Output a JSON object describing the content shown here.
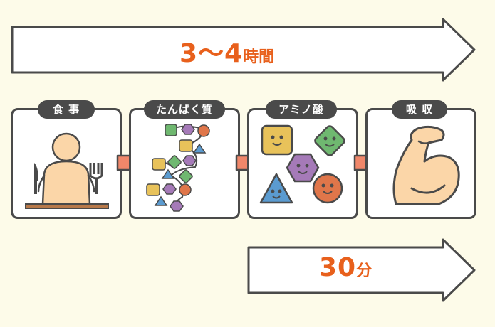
{
  "top_arrow": {
    "value": "3〜4",
    "unit": "時間"
  },
  "bottom_arrow": {
    "value": "30",
    "unit": "分"
  },
  "steps": [
    {
      "label": "食 事",
      "illustration": "person-eating-icon"
    },
    {
      "label": "たんぱく質",
      "illustration": "protein-chain-icon"
    },
    {
      "label": "アミノ酸",
      "illustration": "amino-acid-shapes-icon"
    },
    {
      "label": "吸 収",
      "illustration": "flexed-arm-icon"
    }
  ],
  "colors": {
    "background": "#fdfbe9",
    "accent_text": "#e8601c",
    "outline": "#4a4a4a",
    "connector": "#f0876a",
    "yellow": "#e8c25a",
    "green": "#6fb870",
    "purple": "#a57ab8",
    "blue": "#5b9bd0",
    "orange": "#e0764a",
    "skin": "#fbd6a8"
  }
}
